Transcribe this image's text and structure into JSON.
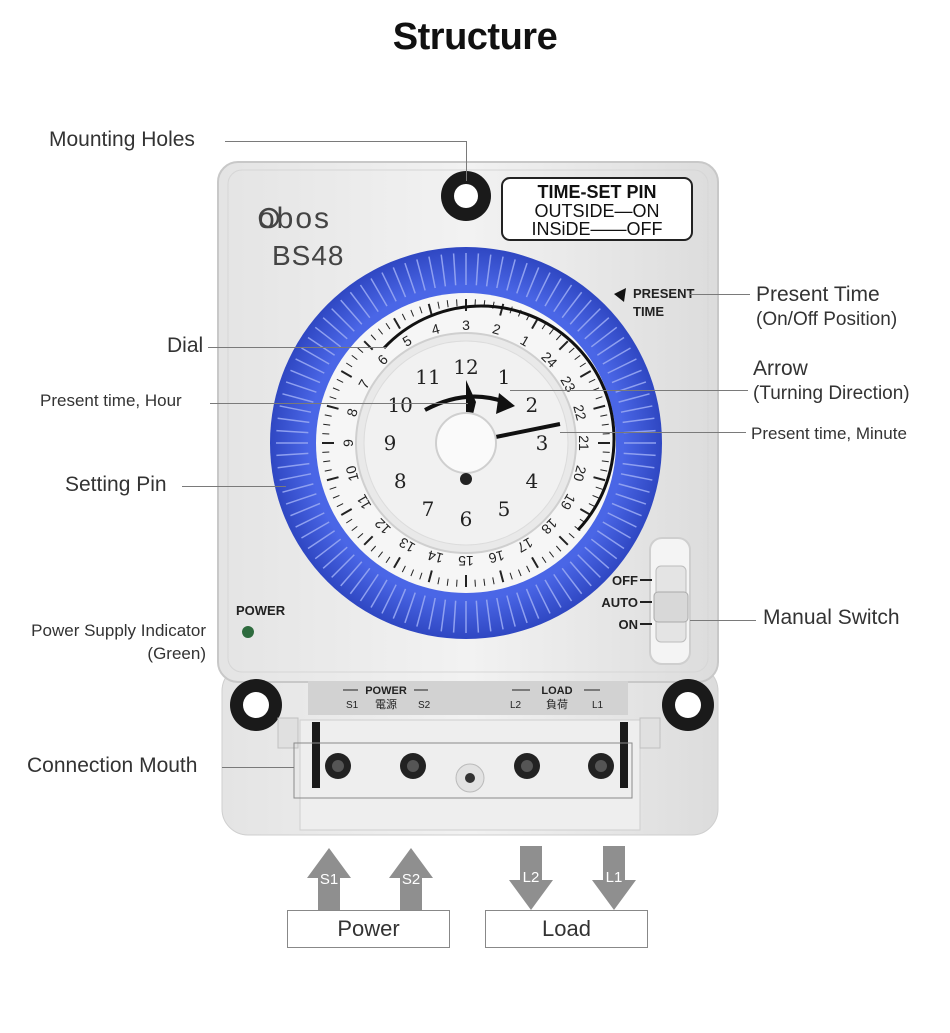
{
  "title": "Structure",
  "device": {
    "brand": "obos",
    "model": "BS48",
    "time_set_pin": {
      "heading": "TIME-SET  PIN",
      "outside_row": "OUTSIDE—ON",
      "inside_row": "INSiDE——OFF"
    },
    "present_time_marker": [
      "PRESENT",
      "TIME"
    ],
    "power_label": "POWER",
    "switch_positions": [
      "OFF",
      "AUTO",
      "ON"
    ],
    "terminal_groups": [
      {
        "heading": "POWER",
        "sub": "電源",
        "left": "S1",
        "right": "S2"
      },
      {
        "heading": "LOAD",
        "sub": "負荷",
        "left": "L2",
        "right": "L1"
      }
    ],
    "clock_numbers": [
      "12",
      "1",
      "2",
      "3",
      "4",
      "5",
      "6",
      "7",
      "8",
      "9",
      "10",
      "11"
    ],
    "dial_24h": [
      "1",
      "2",
      "3",
      "4",
      "5",
      "6",
      "7",
      "8",
      "9",
      "10",
      "11",
      "12",
      "13",
      "14",
      "15",
      "16",
      "17",
      "18",
      "19",
      "20",
      "21",
      "22",
      "23",
      "24"
    ]
  },
  "callouts": {
    "mounting_holes": "Mounting Holes",
    "dial": "Dial",
    "present_hour": "Present time, Hour",
    "setting_pin": "Setting Pin",
    "power_indicator_1": "Power Supply Indicator",
    "power_indicator_2": "(Green)",
    "connection_mouth": "Connection Mouth",
    "present_time_1": "Present Time",
    "present_time_2": "(On/Off Position)",
    "arrow_1": "Arrow",
    "arrow_2": "(Turning Direction)",
    "present_minute": "Present time, Minute",
    "manual_switch": "Manual Switch"
  },
  "bottom": {
    "arrows": [
      {
        "label": "S1",
        "direction": "up"
      },
      {
        "label": "S2",
        "direction": "up"
      },
      {
        "label": "L2",
        "direction": "down"
      },
      {
        "label": "L1",
        "direction": "down"
      }
    ],
    "power_box": "Power",
    "load_box": "Load"
  },
  "colors": {
    "dial_blue": "#3a55d4",
    "body": "#ececec",
    "indicator_green": "#2e6b3e"
  }
}
